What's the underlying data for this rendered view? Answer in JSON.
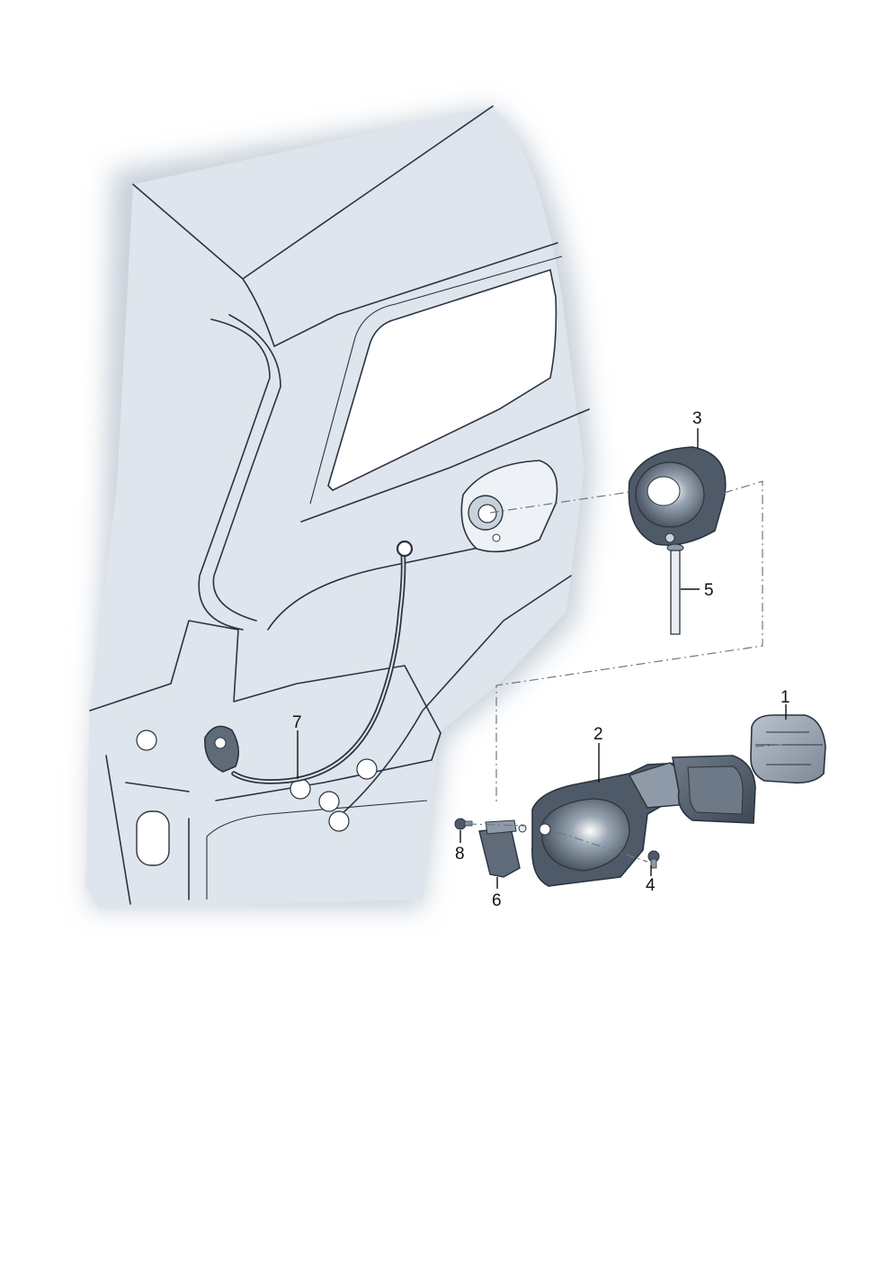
{
  "diagram": {
    "colors": {
      "body_fill": "#dfe5ec",
      "body_shadow": "#c7d0da",
      "part_dark": "#4e5a68",
      "part_mid": "#8e9aa8",
      "part_light": "#e9edf2",
      "line": "#2a3340"
    },
    "callouts": [
      {
        "id": "1",
        "label": "1"
      },
      {
        "id": "2",
        "label": "2"
      },
      {
        "id": "3",
        "label": "3"
      },
      {
        "id": "4",
        "label": "4"
      },
      {
        "id": "5",
        "label": "5"
      },
      {
        "id": "6",
        "label": "6"
      },
      {
        "id": "7",
        "label": "7"
      },
      {
        "id": "8",
        "label": "8"
      }
    ]
  }
}
